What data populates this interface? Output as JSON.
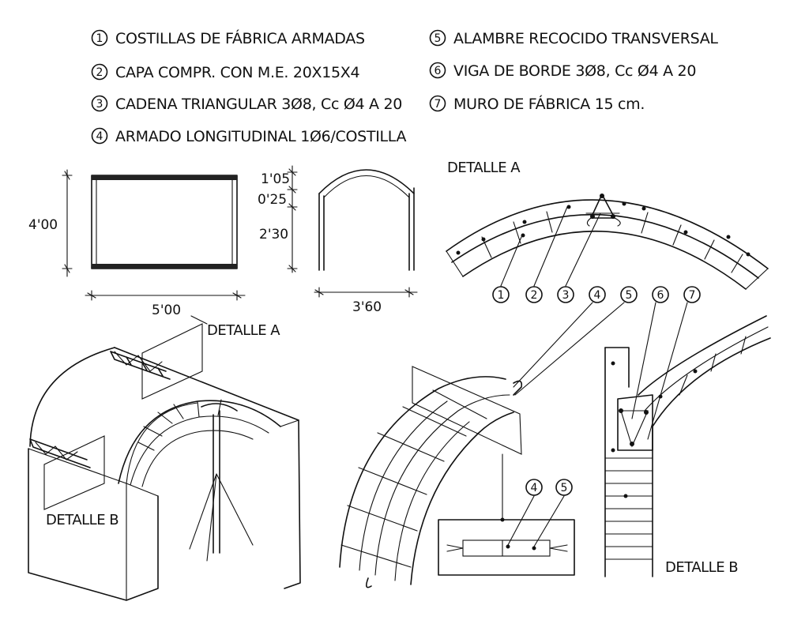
{
  "legend": {
    "items": [
      {
        "num": "1",
        "text": "COSTILLAS DE FÁBRICA ARMADAS"
      },
      {
        "num": "2",
        "text": "CAPA COMPR. CON M.E. 20X15X4"
      },
      {
        "num": "3",
        "text": "CADENA TRIANGULAR 3Ø8, Cc Ø4 A 20"
      },
      {
        "num": "4",
        "text": "ARMADO LONGITUDINAL 1Ø6/COSTILLA"
      },
      {
        "num": "5",
        "text": "ALAMBRE RECOCIDO TRANSVERSAL"
      },
      {
        "num": "6",
        "text": "VIGA DE BORDE 3Ø8, Cc Ø4 A 20"
      },
      {
        "num": "7",
        "text": "MURO DE FÁBRICA 15 cm."
      }
    ]
  },
  "dimensions": {
    "plan_height": "4'00",
    "plan_width": "5'00",
    "section_h1": "1'05",
    "section_h2": "0'25",
    "section_h3": "2'30",
    "section_width": "3'60"
  },
  "details": {
    "detail_a": "DETALLE A",
    "detail_a_iso": "DETALLE A",
    "detail_b": "DETALLE B",
    "detail_b_right": "DETALLE B"
  },
  "callouts": {
    "detail_a": [
      "1",
      "2",
      "3",
      "4",
      "5",
      "6",
      "7"
    ],
    "inset": [
      "4",
      "5"
    ]
  }
}
